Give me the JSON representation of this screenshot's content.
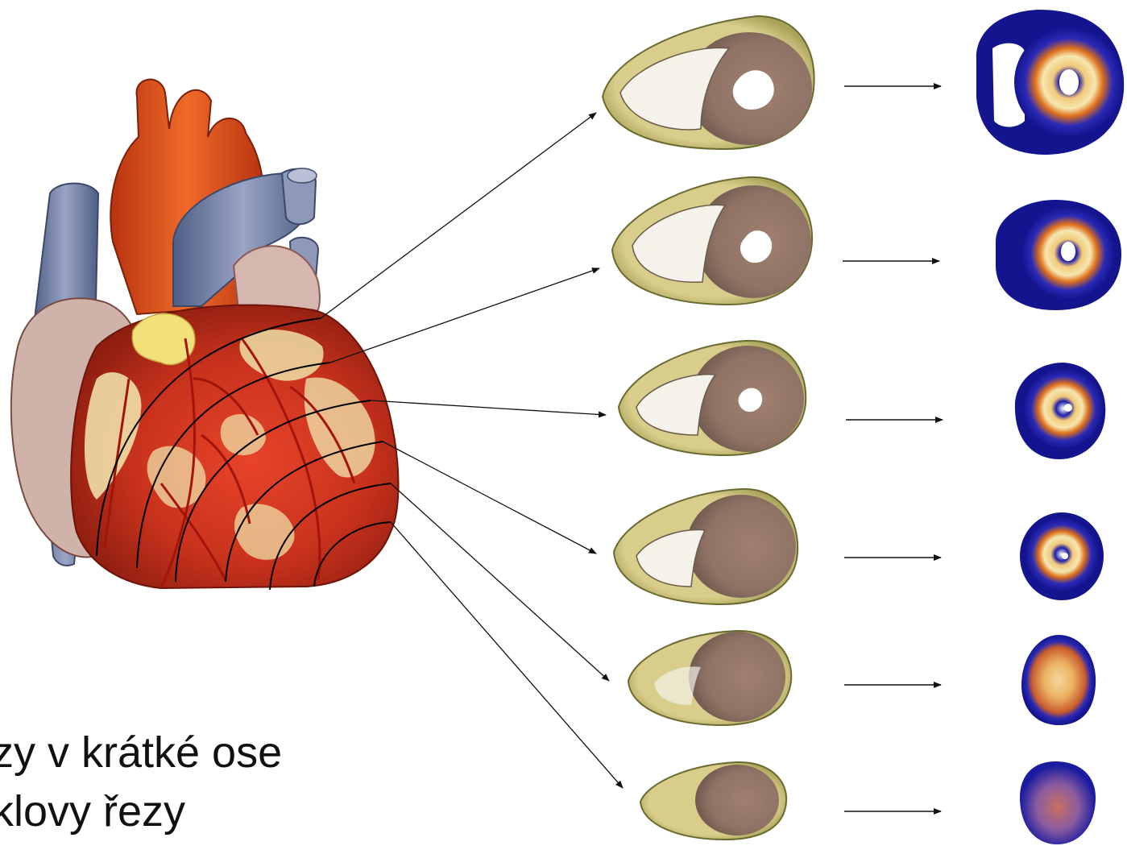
{
  "caption": {
    "line1": "zy v krátké ose",
    "line2": "klovy řezy"
  },
  "icons": {
    "heart": "heart-illustration",
    "slice": "myocardial-slice-photo",
    "perfusion": "perfusion-polar-image",
    "arrow": "arrow-icon"
  },
  "colors": {
    "perfusion_outer": "#1f1fa8",
    "perfusion_mid": "#e0701a",
    "perfusion_hot": "#f5e7b0",
    "tissue": "#9c7a6c",
    "tissue_rim": "#d9cf8a",
    "heart_red": "#c8321c",
    "aorta": "#e2561c",
    "vessel_blue": "#7b86a8"
  }
}
